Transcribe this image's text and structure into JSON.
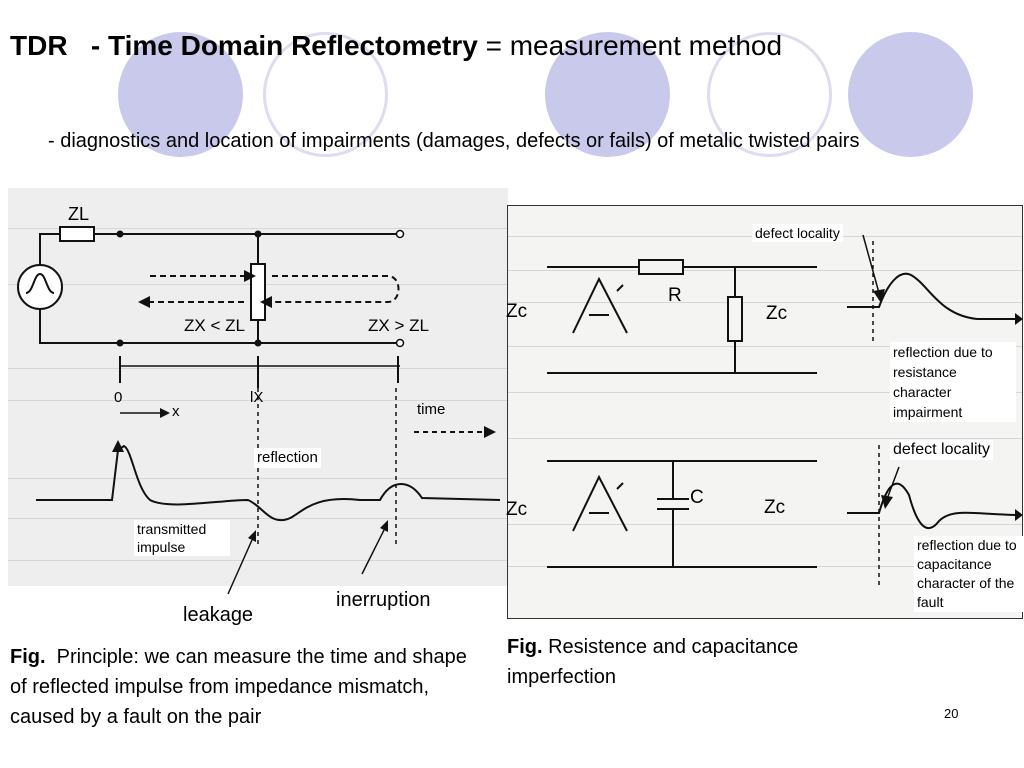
{
  "slide": {
    "title_bold": "TDR   - Time Domain Reflectometry",
    "title_rest": " = measurement method",
    "subtitle": "- diagnostics and location of impairments (damages, defects or fails) of metalic twisted pairs",
    "page_number": "20"
  },
  "left_figure": {
    "labels": {
      "zl": "ZL",
      "zx_lt": "ZX < ZL",
      "zx_gt": "ZX > ZL",
      "origin": "0",
      "x": "x",
      "lx": "lX",
      "time": "time",
      "reflection": "reflection",
      "transmitted": "transmitted impulse",
      "leakage": "leakage",
      "interruption": "inerruption"
    },
    "caption_bold": "Fig.",
    "caption_text": "  Principle: we can measure the time and shape of reflected impulse from impedance mismatch, caused by a fault on the pair"
  },
  "right_figure": {
    "labels": {
      "zc": "Zc",
      "r": "R",
      "c": "C",
      "defect_top": "defect locality",
      "reflection_resistance": "reflection due to resistance character impairment",
      "defect_bottom": "defect locality",
      "reflection_capacitance": "reflection due to capacitance character of the fault"
    },
    "caption_bold": "Fig.",
    "caption_text": " Resistence and capacitance imperfection"
  },
  "colors": {
    "decor_fill": "#c9c9ec",
    "decor_ring": "#dcdcf2"
  }
}
